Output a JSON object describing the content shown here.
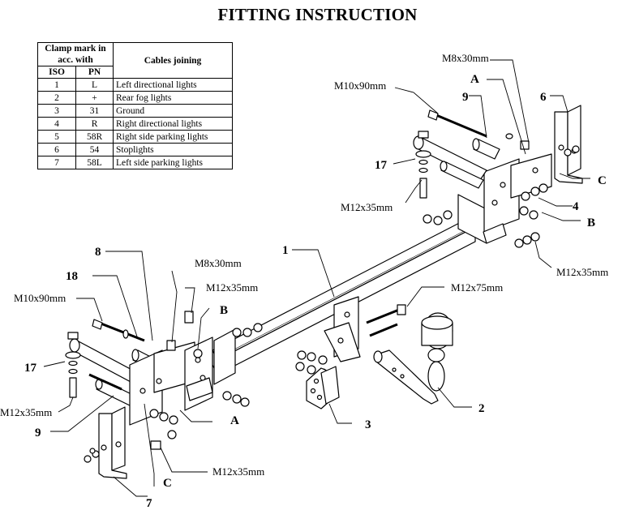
{
  "title": "FITTING INSTRUCTION",
  "table": {
    "header_clamp": "Clamp mark in acc. with",
    "header_iso": "ISO",
    "header_pn": "PN",
    "header_cables": "Cables joining",
    "rows": [
      {
        "iso": "1",
        "pn": "L",
        "desc": "Left directional lights"
      },
      {
        "iso": "2",
        "pn": "+",
        "desc": "Rear fog lights"
      },
      {
        "iso": "3",
        "pn": "31",
        "desc": "Ground"
      },
      {
        "iso": "4",
        "pn": "R",
        "desc": "Right directional lights"
      },
      {
        "iso": "5",
        "pn": "58R",
        "desc": "Right side parking lights"
      },
      {
        "iso": "6",
        "pn": "54",
        "desc": "Stoplights"
      },
      {
        "iso": "7",
        "pn": "58L",
        "desc": "Left side parking lights"
      }
    ]
  },
  "labels": {
    "m8x30_top": "M8x30mm",
    "m10x90_top": "M10x90mm",
    "a_top": "A",
    "nine_top": "9",
    "six": "6",
    "seventeen_top": "17",
    "c_right": "C",
    "four": "4",
    "m12x35_top_left": "M12x35mm",
    "b_right": "B",
    "m12x35_right": "M12x35mm",
    "one": "1",
    "eight": "8",
    "m8x30_mid": "M8x30mm",
    "eighteen": "18",
    "m12x35_mid": "M12x35mm",
    "m10x90_left": "M10x90mm",
    "b_mid": "B",
    "m12x75": "M12x75mm",
    "seventeen_left": "17",
    "two": "2",
    "m12x35_left": "M12x35mm",
    "a_bottom": "A",
    "three": "3",
    "nine_bottom": "9",
    "c_bottom": "C",
    "m12x35_bottom": "M12x35mm",
    "seven": "7"
  }
}
